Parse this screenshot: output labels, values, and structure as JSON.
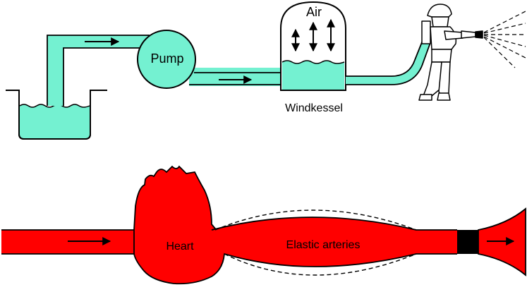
{
  "labels": {
    "pump": "Pump",
    "air": "Air",
    "windkessel": "Windkessel",
    "heart": "Heart",
    "elastic_arteries": "Elastic arteries"
  },
  "icons": [
    "water-reservoir",
    "pump",
    "windkessel-chamber",
    "firefighter",
    "heart",
    "elastic-arteries",
    "resistance-block"
  ],
  "colors": {
    "water": "#74f1d1",
    "blood": "#ff0000",
    "outline": "#000000"
  }
}
